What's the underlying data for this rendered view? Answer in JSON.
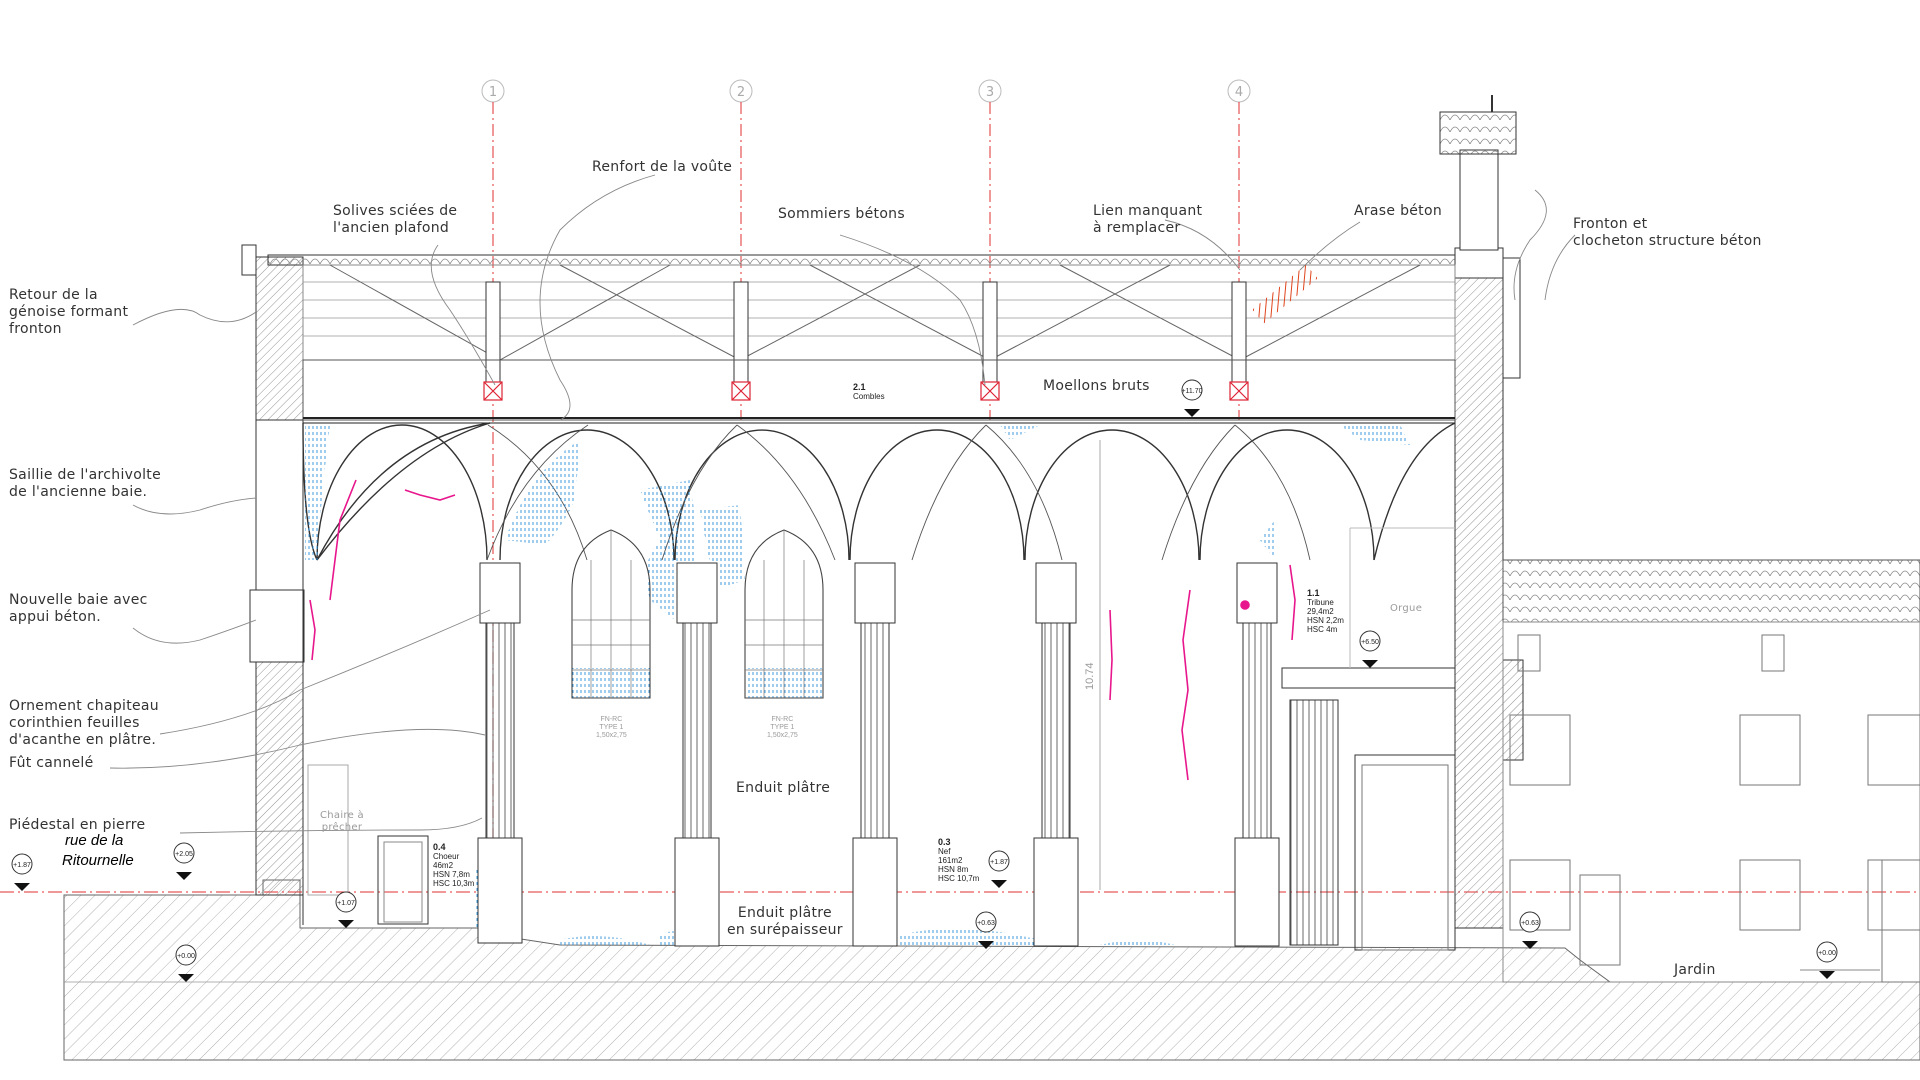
{
  "axes": [
    "1",
    "2",
    "3",
    "4"
  ],
  "labels": {
    "retour": "Retour de la\ngénoise formant\nfronton",
    "saillie": "Saillie de l'archivolte\nde l'ancienne baie.",
    "nouvelle": "Nouvelle baie avec\nappui béton.",
    "ornement": "Ornement chapiteau\ncorinthien feuilles\nd'acanthe en plâtre.",
    "fut": "Fût cannelé",
    "piedestal": "Piédestal en pierre",
    "renfort": "Renfort de la voûte",
    "solives": "Solives sciées de\nl'ancien plafond",
    "sommiers": "Sommiers bétons",
    "lien": "Lien manquant\nà remplacer",
    "arase": "Arase béton",
    "fronton": "Fronton et\nclocheton structure béton",
    "moellons": "Moellons bruts",
    "enduit": "Enduit plâtre",
    "enduit_sur": "Enduit plâtre\nen surépaisseur",
    "jardin": "Jardin",
    "orgue": "Orgue",
    "chaire": "Chaire à\nprêcher",
    "height_dim": "10.74"
  },
  "street": {
    "line1": "rue de la",
    "line2": "Ritournelle"
  },
  "rooms": {
    "combles_num": "2.1",
    "combles_name": "Combles",
    "choeur_num": "0.4",
    "choeur_name": "Choeur",
    "choeur_info": "46m2\nHSN 7,8m\nHSC 10,3m",
    "nef_num": "0.3",
    "nef_name": "Nef",
    "nef_info": "161m2\nHSN 8m\nHSC 10,7m",
    "tribune_num": "1.1",
    "tribune_name": "Tribune",
    "tribune_info": "29,4m2\nHSN 2,2m\nHSC 4m"
  },
  "window_tags": {
    "w1": "FN-RC\nTYPE 1\n1,50x2,75",
    "w2": "FN-RC\nTYPE 1\n1,50x2,75"
  },
  "levels": [
    "+11.70",
    "+6.50",
    "+1.87",
    "+2.05",
    "+1.87",
    "+1.07",
    "+0.63",
    "+0.63",
    "+0.00",
    "+0.00"
  ],
  "colors": {
    "blue_hatch": "#2b8fd8",
    "magenta": "#e8168c",
    "red_axis": "#e0312f",
    "hatch_orange": "#e0441c"
  }
}
